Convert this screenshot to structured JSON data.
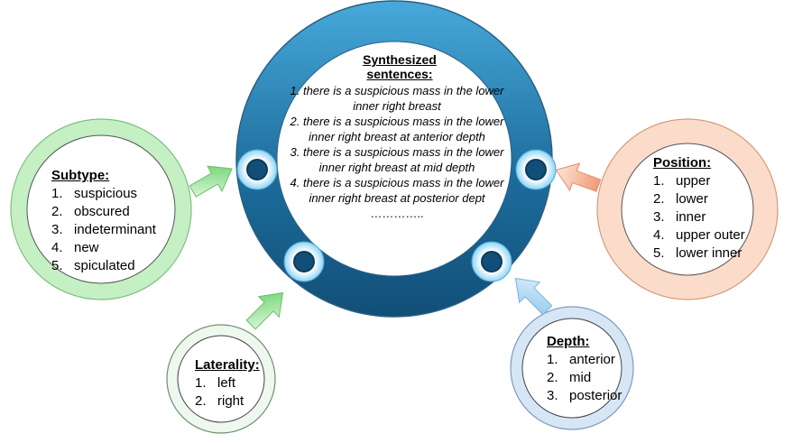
{
  "center": {
    "title_line1": "Synthesized",
    "title_line2": "sentences:",
    "sentences": [
      "1.  there is a  suspicious mass in the lower inner right breast",
      "2. there is a suspicious mass in the lower inner right breast at anterior depth",
      "3. there is a suspicious mass in the lower inner right breast at mid  depth",
      "4. there is a suspicious mass in the lower inner right breast at posterior dept"
    ],
    "ellipsis": "…………..",
    "ring_color": "#1f6e9c"
  },
  "subtype": {
    "title": "Subtype:",
    "items": [
      "suspicious",
      "obscured",
      "indeterminant",
      "new",
      "spiculated"
    ],
    "ring_color": "#c4f0c4"
  },
  "laterality": {
    "title": "Laterality:",
    "items": [
      "left",
      "right"
    ],
    "ring_color": "#eef8ee"
  },
  "position": {
    "title": "Position:",
    "items": [
      "upper",
      "lower",
      "inner",
      "upper outer",
      "lower inner"
    ],
    "ring_color": "#fbdccb"
  },
  "depth": {
    "title": "Depth:",
    "items": [
      "anterior",
      "mid",
      "posterior"
    ],
    "ring_color": "#d7e6f5"
  },
  "list_numbers": [
    "1.",
    "2.",
    "3.",
    "4.",
    "5."
  ]
}
